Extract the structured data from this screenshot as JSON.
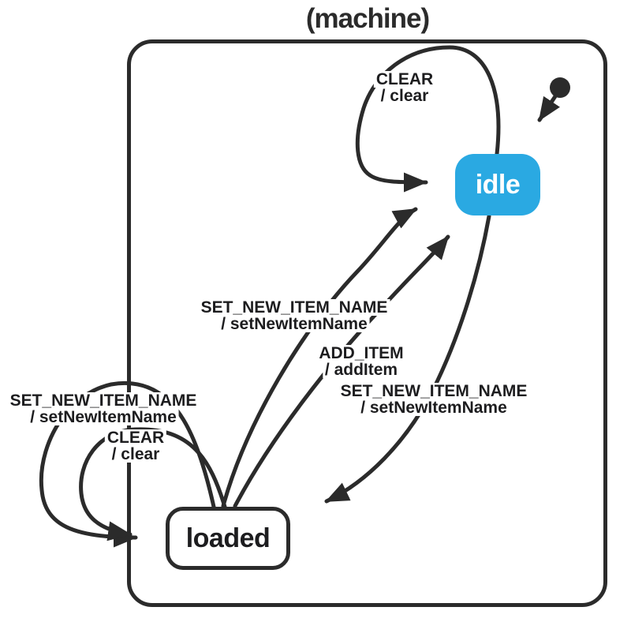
{
  "title": "(machine)",
  "colors": {
    "line": "#2b2b2b",
    "active_state_bg": "#2aa9e2",
    "active_state_text": "#ffffff",
    "state_text": "#1d1d1f",
    "label_text": "#1d1d1f",
    "canvas_bg": "#ffffff"
  },
  "states": {
    "idle": {
      "label": "idle"
    },
    "loaded": {
      "label": "loaded"
    }
  },
  "transitions": {
    "idle_clear": {
      "event": "CLEAR",
      "action": "/ clear"
    },
    "loaded_set_new_item_name": {
      "event": "SET_NEW_ITEM_NAME",
      "action": "/ setNewItemName"
    },
    "loaded_add_item": {
      "event": "ADD_ITEM",
      "action": "/ addItem"
    },
    "idle_set_new_item_name": {
      "event": "SET_NEW_ITEM_NAME",
      "action": "/ setNewItemName"
    },
    "loaded_self_set_new_item_name": {
      "event": "SET_NEW_ITEM_NAME",
      "action": "/ setNewItemName"
    },
    "loaded_self_clear": {
      "event": "CLEAR",
      "action": "/ clear"
    }
  }
}
